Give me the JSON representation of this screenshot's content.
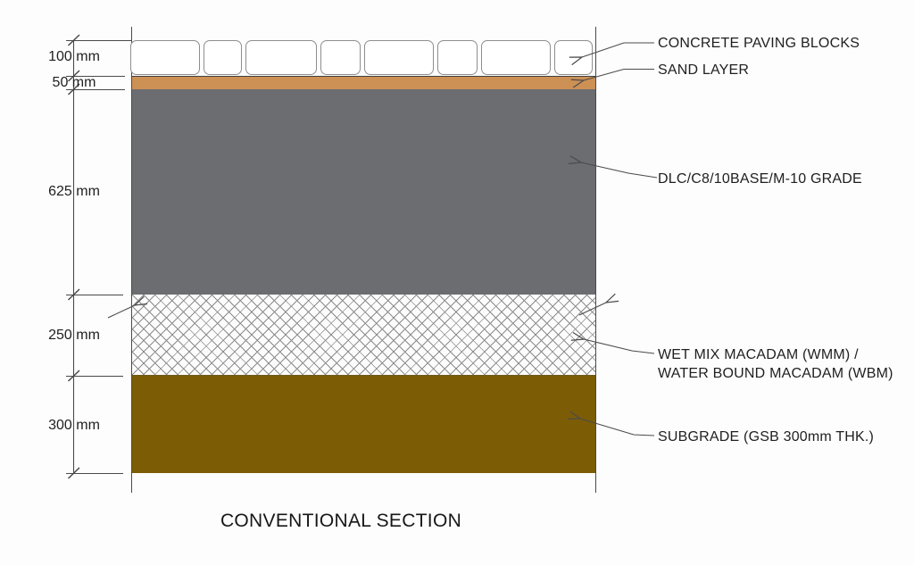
{
  "drawing_title": "CONVENTIONAL SECTION",
  "dimension_labels": {
    "paving": "100 mm",
    "sand": "50 mm",
    "dlc": "625 mm",
    "wmm": "250 mm",
    "subgrade": "300 mm"
  },
  "layer_labels": {
    "paving": "CONCRETE PAVING BLOCKS",
    "sand": "SAND LAYER",
    "dlc": "DLC/C8/10BASE/M-10 GRADE",
    "wmm_line1": "WET MIX MACADAM (WMM) /",
    "wmm_line2": "WATER BOUND MACADAM (WBM)",
    "subgrade": "SUBGRADE (GSB 300mm THK.)"
  },
  "layers": [
    {
      "name": "CONCRETE PAVING BLOCKS",
      "thickness_mm": 100,
      "fill": "#ffffff",
      "pattern": "rounded-blocks"
    },
    {
      "name": "SAND LAYER",
      "thickness_mm": 50,
      "fill": "#cd9055",
      "pattern": "solid"
    },
    {
      "name": "DLC/C8/10BASE/M-10 GRADE",
      "thickness_mm": 625,
      "fill": "#6b6d70",
      "pattern": "solid"
    },
    {
      "name": "WET MIX MACADAM (WMM) / WATER BOUND MACADAM (WBM)",
      "thickness_mm": 250,
      "fill": "#fcfcfc",
      "pattern": "crosshatch"
    },
    {
      "name": "SUBGRADE (GSB 300mm THK.)",
      "thickness_mm": 300,
      "fill": "#7c5d05",
      "pattern": "solid"
    }
  ],
  "colors": {
    "sand": "#cd9055",
    "dlc_gray": "#6b6d70",
    "subgrade": "#7c5d05",
    "line": "#4a4a4a",
    "text": "#1f1f1f"
  }
}
